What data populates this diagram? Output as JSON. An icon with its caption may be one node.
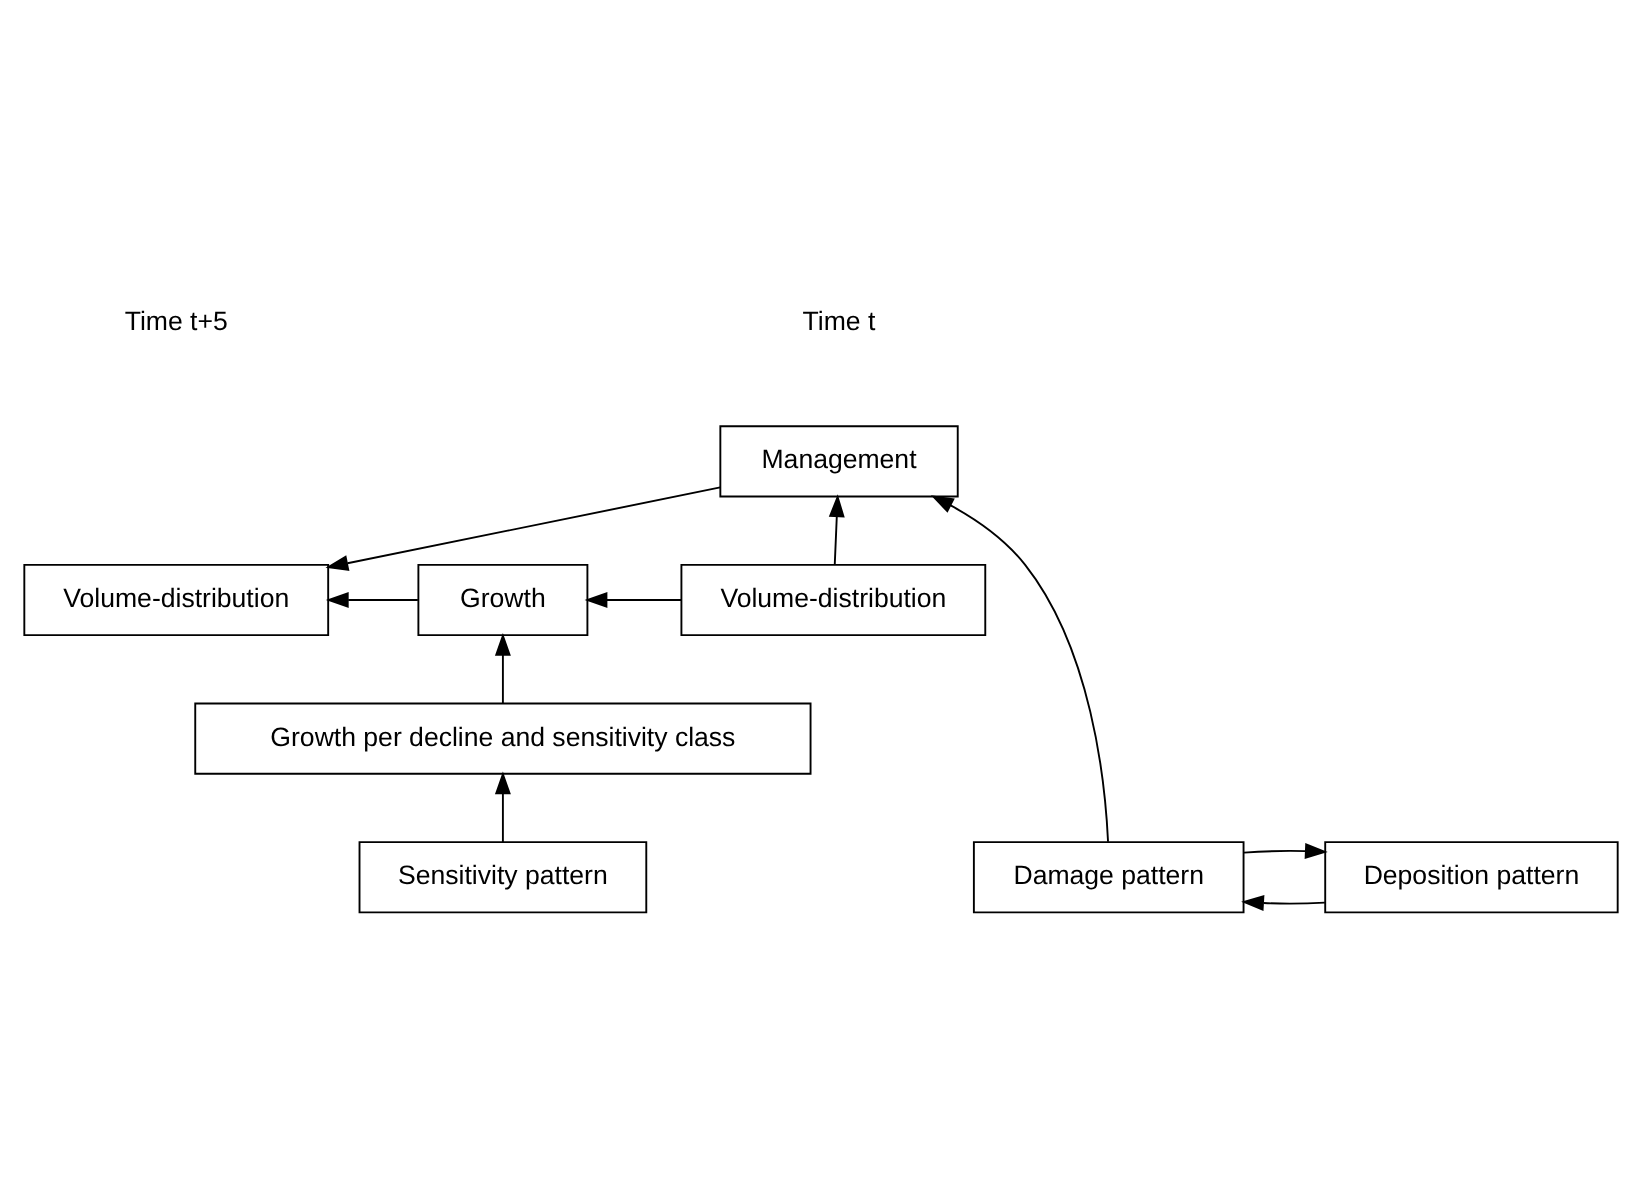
{
  "diagram": {
    "nodes": [
      {
        "text": [
          "Management"
        ]
      },
      {
        "text": [
          "Volume-distribution"
        ]
      },
      {
        "text": [
          "Growth"
        ]
      },
      {
        "text": [
          "Volume-distribution"
        ]
      },
      {
        "text": [
          "Growth per decline and sensitivity class"
        ]
      },
      {
        "text": [
          "Damage pattern"
        ]
      },
      {
        "text": [
          "Sensitivity pattern"
        ]
      },
      {
        "text": [
          "Deposition pattern"
        ]
      }
    ],
    "edges": [
      {
        "from": 5,
        "to": 0,
        "arrow": "to"
      },
      {
        "from": 1,
        "to": 0,
        "arrow": "to"
      },
      {
        "from": 0,
        "to": 3,
        "arrow": "to"
      },
      {
        "from": 1,
        "to": 2,
        "arrow": "to"
      },
      {
        "from": 2,
        "to": 3,
        "arrow": "to"
      },
      {
        "from": 4,
        "to": 2,
        "arrow": "to"
      },
      {
        "from": 6,
        "to": 4,
        "arrow": "to"
      },
      {
        "from": 5,
        "to": 7,
        "arrow": "to"
      },
      {
        "from": 7,
        "to": 5,
        "arrow": "to"
      }
    ],
    "labels": [
      "Time t",
      "Time t+5"
    ]
  }
}
